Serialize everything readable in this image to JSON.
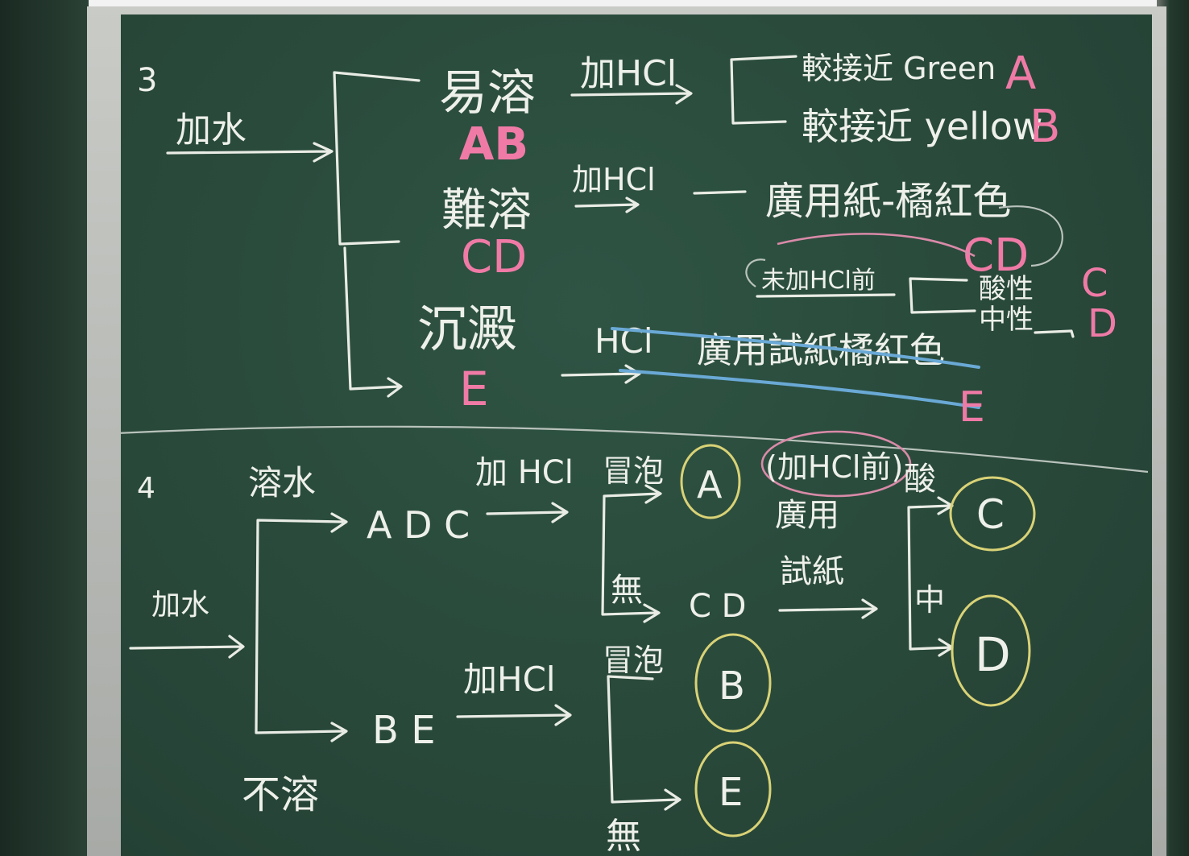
{
  "section3": {
    "number": "3",
    "start": "加水",
    "branch_easy": {
      "label": "易溶",
      "letters": "AB",
      "reagent": "加HCl",
      "result_a": "較接近 Green",
      "letter_a": "A",
      "result_b": "較接近 yellow",
      "letter_b": "B"
    },
    "branch_hard": {
      "label": "難溶",
      "letters": "CD",
      "reagent": "加HCl",
      "result": "廣用紙-橘紅色",
      "letters_circled": "CD",
      "note": "未加HCl前",
      "acid": "酸性",
      "neutral": "中性",
      "letter_c": "C",
      "letter_d": "D"
    },
    "branch_ppt": {
      "label": "沉澱",
      "letter": "E",
      "reagent": "HCl",
      "crossed": "廣用試紙橘紅色",
      "letter_end": "E"
    }
  },
  "section4": {
    "number": "4",
    "start": "加水",
    "soluble": "溶水",
    "insoluble": "不溶",
    "group1": "A D C",
    "group2": "B E",
    "reagent1": "加 HCl",
    "reagent2": "加HCl",
    "bubbles1": "冒泡",
    "none1": "無",
    "bubbles2": "冒泡",
    "none2": "無",
    "res_a": "A",
    "res_cd": "C D",
    "res_b": "B",
    "res_e": "E",
    "note": "(加HCl前)",
    "paper1": "廣用",
    "paper2": "試紙",
    "acid": "酸",
    "neutral": "中",
    "res_c": "C",
    "res_d": "D"
  },
  "colors": {
    "chalk_white": "#eef0ea",
    "chalk_pink": "#f07aa6",
    "chalk_yellow": "#d9d276",
    "chalk_blue": "#6aa9d6",
    "board": "#2a4b3c"
  }
}
